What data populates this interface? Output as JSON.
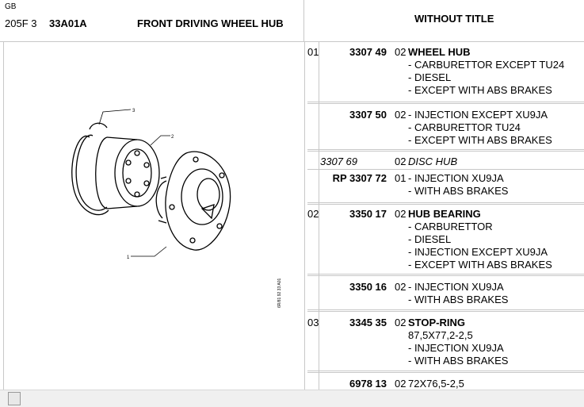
{
  "header": {
    "lang": "GB",
    "model_code": "205F 3",
    "section_code": "33A01A",
    "title": "FRONT DRIVING WHEEL HUB",
    "right_title": "WITHOUT TITLE"
  },
  "drawing": {
    "callouts": [
      "3",
      "2",
      "1"
    ],
    "side_code": "6R/81 92 33 A01"
  },
  "parts": [
    {
      "ref": "01",
      "part_number": "3307 49",
      "qty": "02",
      "name": "WHEEL HUB",
      "lines": [
        "- CARBURETTOR EXCEPT TU24",
        "- DIESEL",
        "- EXCEPT WITH ABS BRAKES"
      ]
    },
    {
      "ref": "",
      "part_number": "3307 50",
      "qty": "02",
      "name": "",
      "lines": [
        "- INJECTION EXCEPT XU9JA",
        "- CARBURETTOR TU24",
        "- EXCEPT WITH ABS BRAKES"
      ]
    },
    {
      "ref": "",
      "part_number": "3307 69",
      "qty": "02",
      "name": "DISC HUB",
      "lines": [],
      "italic": true
    },
    {
      "ref": "",
      "part_number": "RP 3307 72",
      "qty": "01",
      "name": "",
      "lines": [
        "- INJECTION XU9JA",
        "- WITH ABS BRAKES"
      ]
    },
    {
      "ref": "02",
      "part_number": "3350 17",
      "qty": "02",
      "name": "HUB BEARING",
      "lines": [
        "- CARBURETTOR",
        "- DIESEL",
        "- INJECTION EXCEPT XU9JA",
        "- EXCEPT WITH ABS BRAKES"
      ]
    },
    {
      "ref": "",
      "part_number": "3350 16",
      "qty": "02",
      "name": "",
      "lines": [
        "- INJECTION XU9JA",
        "- WITH ABS BRAKES"
      ]
    },
    {
      "ref": "03",
      "part_number": "3345 35",
      "qty": "02",
      "name": "STOP-RING",
      "lines": [
        "87,5X77,2-2,5",
        "- INJECTION XU9JA",
        "- WITH ABS BRAKES"
      ]
    },
    {
      "ref": "",
      "part_number": "6978 13",
      "qty": "02",
      "name": "",
      "lines": [
        "72X76,5-2,5"
      ]
    }
  ],
  "colors": {
    "border": "#c8c8c8",
    "text": "#000000"
  }
}
